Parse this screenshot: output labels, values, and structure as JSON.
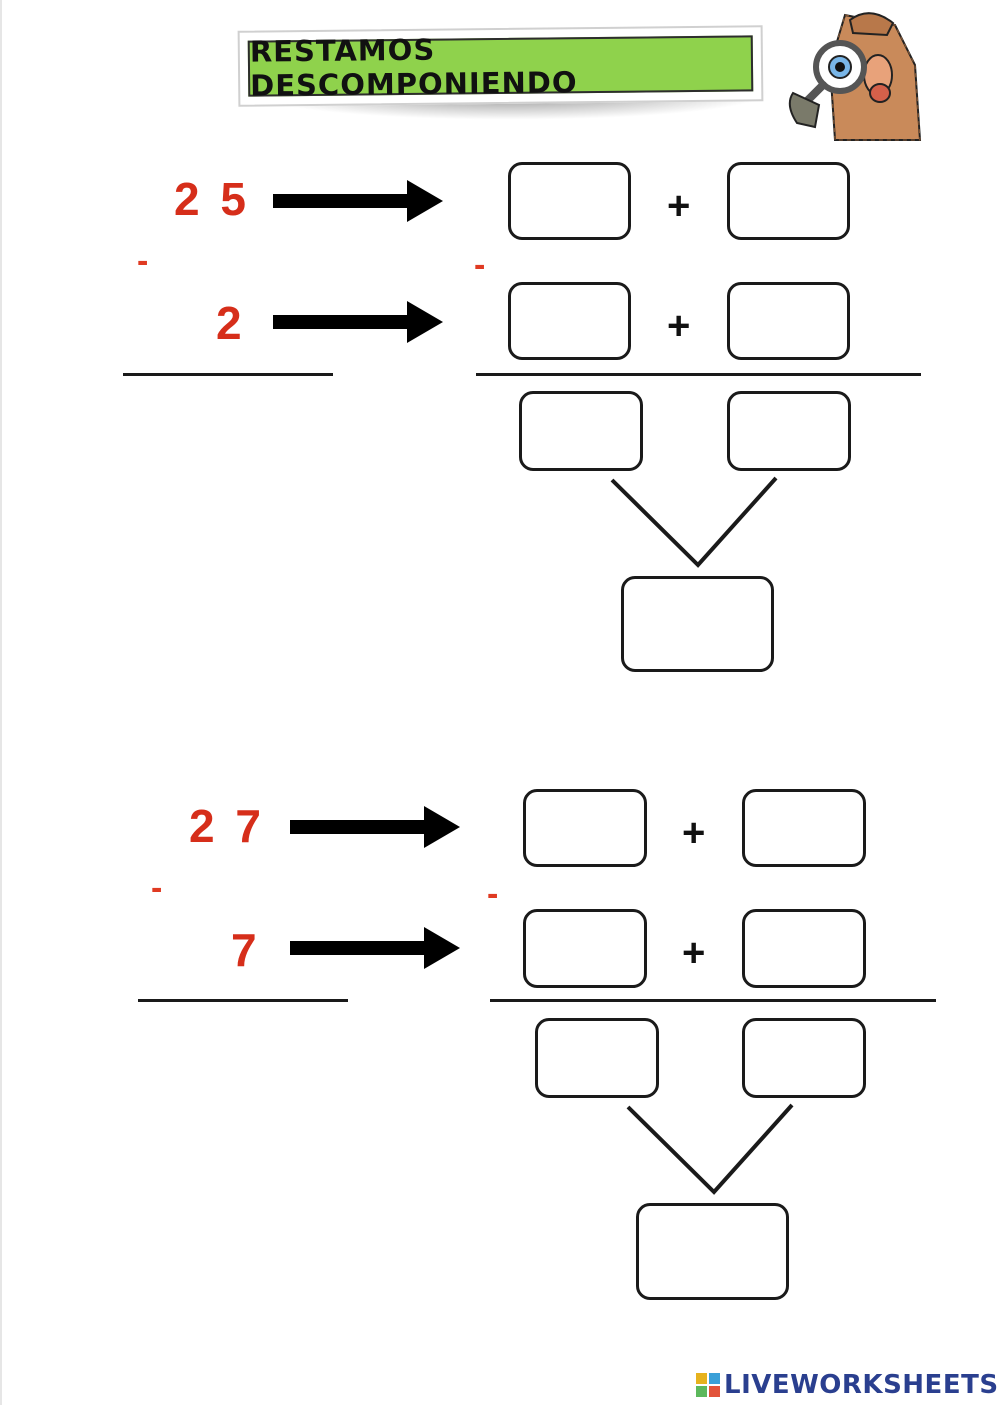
{
  "title": "RESTAMOS DESCOMPONIENDO",
  "exercises": [
    {
      "minuend": "2 5",
      "subtrahend": "2",
      "minus_sign": "-",
      "plus_sign": "+"
    },
    {
      "minuend": "2 7",
      "subtrahend": "7",
      "minus_sign": "-",
      "plus_sign": "+"
    }
  ],
  "footer": {
    "brand": "LIVEWORKSHEETS"
  },
  "colors": {
    "numbers": "#d62e1a",
    "banner": "#8fd24c",
    "brand": "#2a3f8f"
  }
}
